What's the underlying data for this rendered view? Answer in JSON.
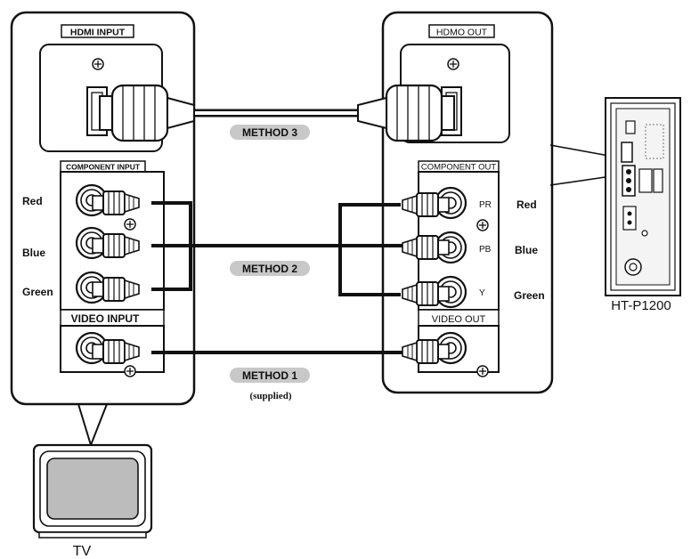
{
  "tv_panel": {
    "hdmi_header": "HDMI INPUT",
    "component_header": "COMPONENT INPUT",
    "video_header": "VIDEO INPUT",
    "rows": [
      "Red",
      "Blue",
      "Green"
    ]
  },
  "player_panel": {
    "hdmi_header": "HDMO OUT",
    "component_header": "COMPONENT OUT",
    "video_header": "VIDEO OUT",
    "jack_labels": [
      "PR",
      "PB",
      "Y"
    ],
    "rows": [
      "Red",
      "Blue",
      "Green"
    ]
  },
  "methods": {
    "method3": "METHOD 3",
    "method2": "METHOD 2",
    "method1": "METHOD 1",
    "method1_note": "(supplied)"
  },
  "devices": {
    "tv": "TV",
    "player": "HT-P1200"
  }
}
